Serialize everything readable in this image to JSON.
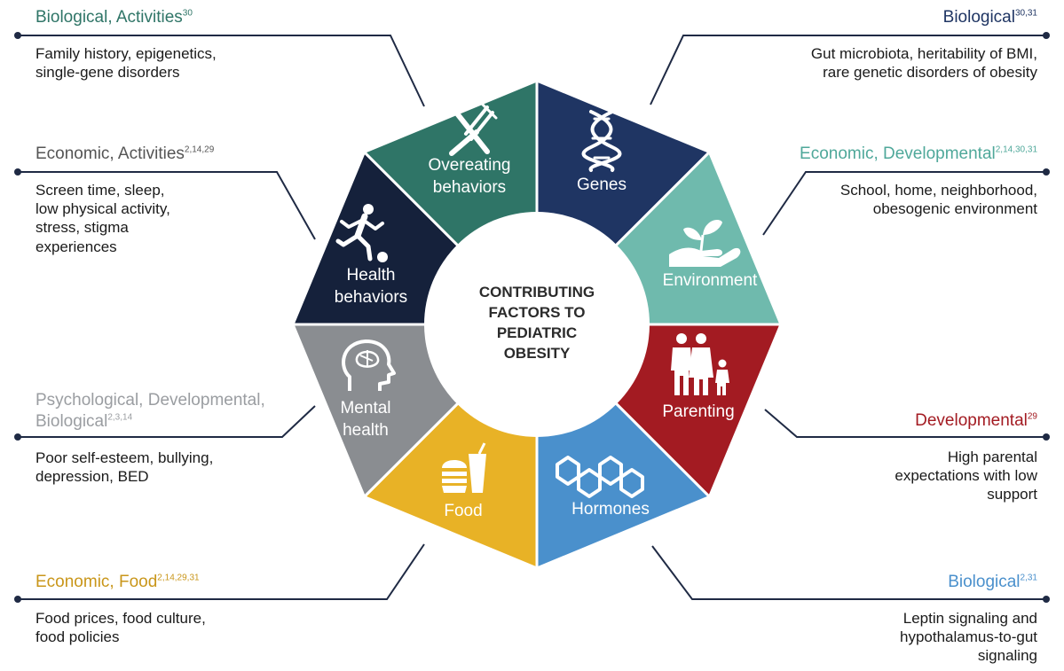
{
  "center": {
    "lines": [
      "CONTRIBUTING",
      "FACTORS TO",
      "PEDIATRIC",
      "OBESITY"
    ]
  },
  "segments": [
    {
      "id": "genes",
      "label_lines": [
        "Genes"
      ],
      "color": "#1f3563",
      "icon": "dna-icon"
    },
    {
      "id": "environment",
      "label_lines": [
        "Environment"
      ],
      "color": "#6fbaad",
      "icon": "plant-hand-icon"
    },
    {
      "id": "parenting",
      "label_lines": [
        "Parenting"
      ],
      "color": "#a31b22",
      "icon": "family-icon"
    },
    {
      "id": "hormones",
      "label_lines": [
        "Hormones"
      ],
      "color": "#4a90cc",
      "icon": "molecule-icon"
    },
    {
      "id": "food",
      "label_lines": [
        "Food"
      ],
      "color": "#e8b226",
      "icon": "fast-food-icon"
    },
    {
      "id": "mental-health",
      "label_lines": [
        "Mental",
        "health"
      ],
      "color": "#8a8d91",
      "icon": "brain-head-icon"
    },
    {
      "id": "health-behaviors",
      "label_lines": [
        "Health",
        "behaviors"
      ],
      "color": "#15213b",
      "icon": "runner-ball-icon"
    },
    {
      "id": "overeating",
      "label_lines": [
        "Overeating",
        "behaviors"
      ],
      "color": "#2f7567",
      "icon": "fork-knife-icon"
    }
  ],
  "callouts": [
    {
      "id": "overeating",
      "category": "Biological, Activities",
      "refs": "30",
      "color": "#2f7567",
      "description_lines": [
        "Family history, epigenetics,",
        "single-gene disorders"
      ]
    },
    {
      "id": "genes",
      "category": "Biological",
      "refs": "30,31",
      "color": "#1f3563",
      "description_lines": [
        "Gut microbiota, heritability of BMI,",
        "rare genetic disorders of obesity"
      ]
    },
    {
      "id": "health-behaviors",
      "category": "Economic, Activities",
      "refs": "2,14,29",
      "color": "#555555",
      "description_lines": [
        "Screen time, sleep,",
        "low physical activity,",
        "stress, stigma",
        "experiences"
      ]
    },
    {
      "id": "environment",
      "category": "Economic, Developmental",
      "refs": "2,14,30,31",
      "color": "#4fa89a",
      "description_lines": [
        "School, home, neighborhood,",
        "obesogenic environment"
      ]
    },
    {
      "id": "mental-health",
      "category_lines": [
        "Psychological, Developmental,",
        "Biological"
      ],
      "refs": "2,3,14",
      "color": "#9a9da1",
      "description_lines": [
        "Poor self-esteem, bullying,",
        "depression, BED"
      ]
    },
    {
      "id": "parenting",
      "category": "Developmental",
      "refs": "29",
      "color": "#a31b22",
      "description_lines": [
        "High parental",
        "expectations with low",
        "support"
      ]
    },
    {
      "id": "food",
      "category": "Economic, Food",
      "refs": "2,14,29,31",
      "color": "#c9961a",
      "description_lines": [
        "Food prices, food culture,",
        "food policies"
      ]
    },
    {
      "id": "hormones",
      "category": "Biological",
      "refs": "2,31",
      "color": "#4a90cc",
      "description_lines": [
        "Leptin signaling and",
        "hypothalamus-to-gut",
        "signaling"
      ]
    }
  ],
  "line_color": "#1f2a44"
}
